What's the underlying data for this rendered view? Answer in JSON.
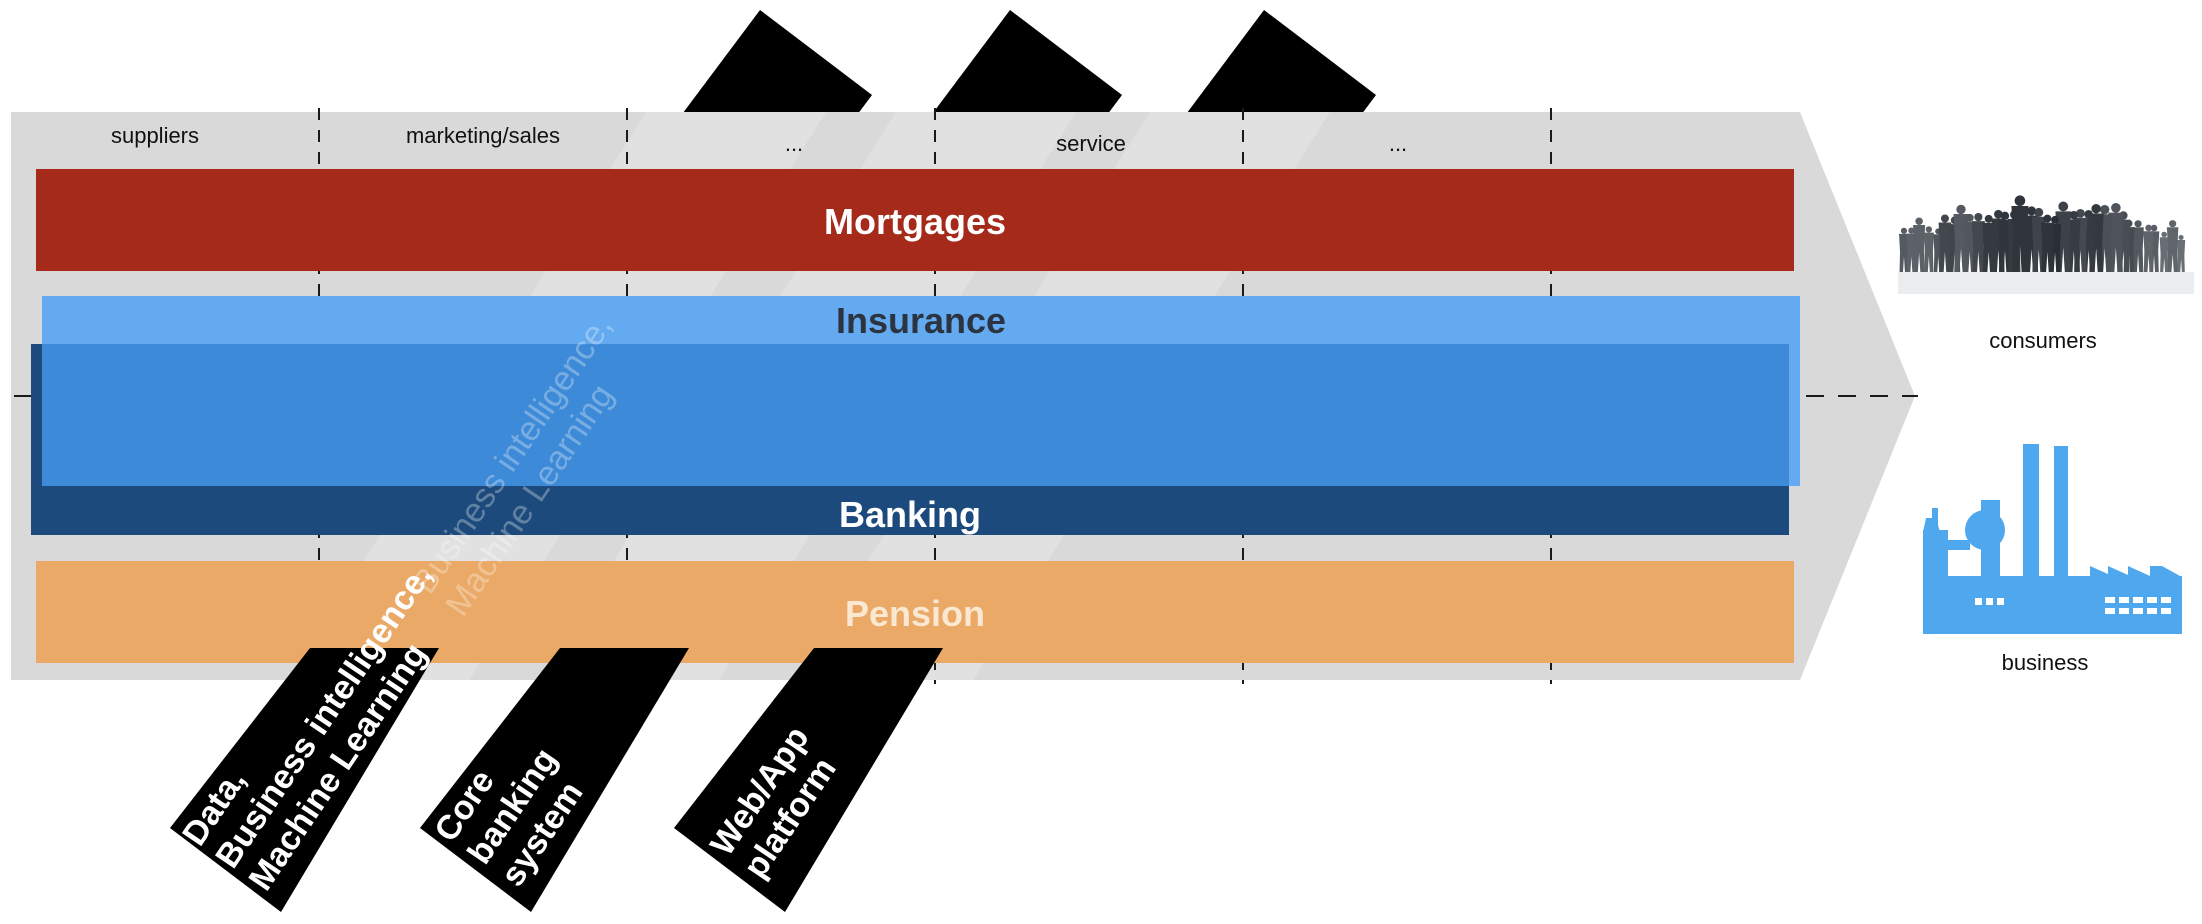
{
  "value_chain": {
    "stages": [
      "suppliers",
      "marketing/sales",
      "...",
      "service",
      "..."
    ]
  },
  "product_bands": {
    "mortgages": "Mortgages",
    "insurance": "Insurance",
    "banking": "Banking",
    "pension": "Pension"
  },
  "platforms": {
    "data": [
      "Data,",
      "Business intelligence,",
      "Machine Learning"
    ],
    "core": [
      "Core",
      "banking",
      "system"
    ],
    "web": [
      "Web/App",
      "platform"
    ]
  },
  "customers": {
    "consumers": "consumers",
    "business": "business"
  },
  "colors": {
    "arrow": "#d9d9d9",
    "mortgages": "#a52a1a",
    "insurance": "#64aaf0",
    "banking_light": "#3d8ad8",
    "banking_dark": "#1d4a7c",
    "pension": "#eaa966",
    "platform": "#000000",
    "factory": "#4fa8ee"
  }
}
